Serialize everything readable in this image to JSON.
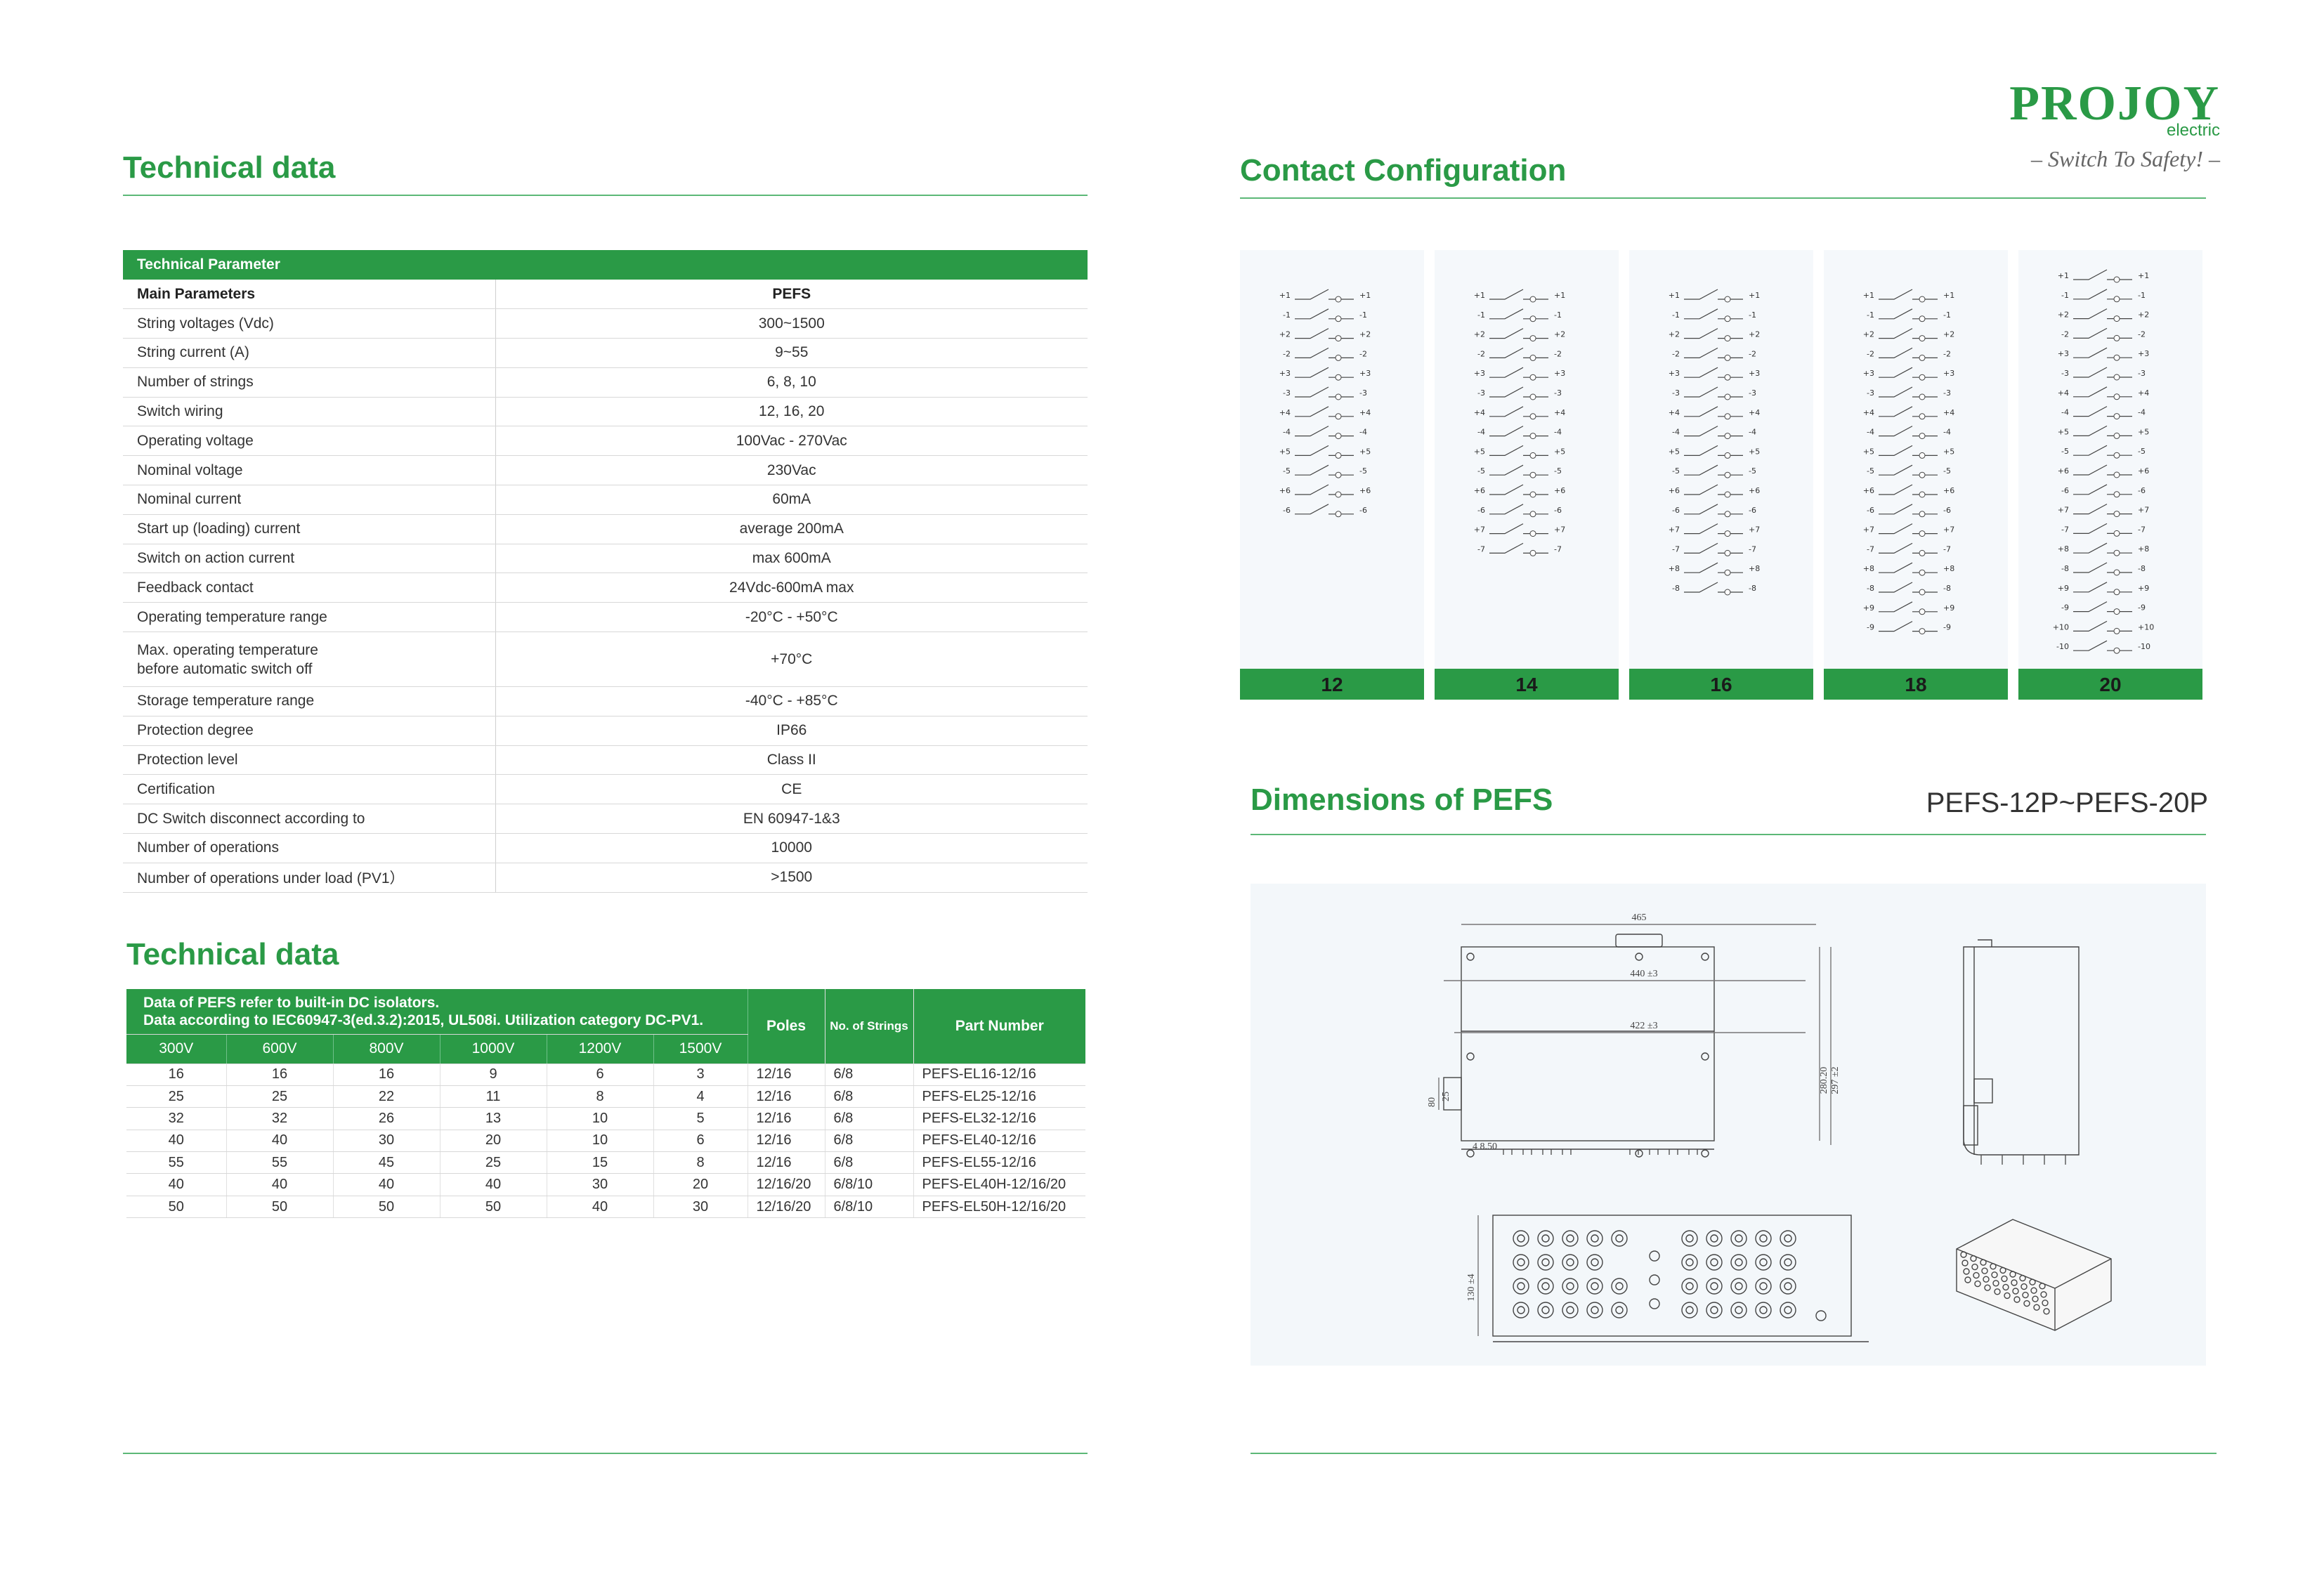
{
  "brand": {
    "name": "PROJOY",
    "sub": "electric",
    "slogan": "– Switch To Safety! –"
  },
  "left_title_1": "Technical data",
  "left_title_2": "Technical data",
  "right_title_1": "Contact Configuration",
  "right_title_2": "Dimensions of PEFS",
  "dimensions_model": "PEFS-12P~PEFS-20P",
  "tech_params": {
    "header": "Technical Parameter",
    "col_param": "Main Parameters",
    "col_value": "PEFS",
    "rows": [
      {
        "p": "String voltages (Vdc)",
        "v": "300~1500"
      },
      {
        "p": "String current (A)",
        "v": "9~55"
      },
      {
        "p": "Number of strings",
        "v": "6,  8, 10"
      },
      {
        "p": "Switch wiring",
        "v": "12, 16, 20"
      },
      {
        "p": "Operating voltage",
        "v": "100Vac - 270Vac"
      },
      {
        "p": "Nominal voltage",
        "v": "230Vac"
      },
      {
        "p": "Nominal current",
        "v": "60mA"
      },
      {
        "p": "Start up (loading) current",
        "v": "average 200mA"
      },
      {
        "p": "Switch on action current",
        "v": "max 600mA"
      },
      {
        "p": "Feedback contact",
        "v": "24Vdc-600mA max"
      },
      {
        "p": "Operating temperature range",
        "v": "-20°C - +50°C"
      },
      {
        "p": "Max. operating temperature",
        "p2": "before automatic switch off",
        "v": "+70°C"
      },
      {
        "p": "Storage temperature range",
        "v": "-40°C - +85°C"
      },
      {
        "p": "Protection degree",
        "v": "IP66"
      },
      {
        "p": "Protection level",
        "v": "Class II"
      },
      {
        "p": "Certification",
        "v": "CE"
      },
      {
        "p": "DC Switch disconnect according to",
        "v": "EN 60947-1&3"
      },
      {
        "p": "Number of operations",
        "v": "10000"
      },
      {
        "p": "Number of operations under load (PV1）",
        "v": ">1500"
      }
    ]
  },
  "electrical": {
    "note_line1": "Data of PEFS refer to built-in DC isolators.",
    "note_line2": "Data according to IEC60947-3(ed.3.2):2015, UL508i. Utilization category DC-PV1.",
    "col_poles": "Poles",
    "col_strings": "No. of Strings",
    "col_part": "Part Number",
    "voltages": [
      "300V",
      "600V",
      "800V",
      "1000V",
      "1200V",
      "1500V"
    ],
    "rows": [
      {
        "a": [
          "16",
          "16",
          "16",
          "9",
          "6",
          "3"
        ],
        "poles": "12/16",
        "strings": "6/8",
        "part": "PEFS-EL16-12/16"
      },
      {
        "a": [
          "25",
          "25",
          "22",
          "11",
          "8",
          "4"
        ],
        "poles": "12/16",
        "strings": "6/8",
        "part": "PEFS-EL25-12/16"
      },
      {
        "a": [
          "32",
          "32",
          "26",
          "13",
          "10",
          "5"
        ],
        "poles": "12/16",
        "strings": "6/8",
        "part": "PEFS-EL32-12/16"
      },
      {
        "a": [
          "40",
          "40",
          "30",
          "20",
          "10",
          "6"
        ],
        "poles": "12/16",
        "strings": "6/8",
        "part": "PEFS-EL40-12/16"
      },
      {
        "a": [
          "55",
          "55",
          "45",
          "25",
          "15",
          "8"
        ],
        "poles": "12/16",
        "strings": "6/8",
        "part": "PEFS-EL55-12/16"
      },
      {
        "a": [
          "40",
          "40",
          "40",
          "40",
          "30",
          "20"
        ],
        "poles": "12/16/20",
        "strings": "6/8/10",
        "part": "PEFS-EL40H-12/16/20"
      },
      {
        "a": [
          "50",
          "50",
          "50",
          "50",
          "40",
          "30"
        ],
        "poles": "12/16/20",
        "strings": "6/8/10",
        "part": "PEFS-EL50H-12/16/20"
      }
    ]
  },
  "contact_config": [
    {
      "label": "12",
      "pairs": 6
    },
    {
      "label": "14",
      "pairs": 7
    },
    {
      "label": "16",
      "pairs": 8
    },
    {
      "label": "18",
      "pairs": 9
    },
    {
      "label": "20",
      "pairs": 10
    }
  ],
  "drawing": {
    "dim_465": "465",
    "dim_440": "440 ±3",
    "dim_422": "422 ±3",
    "dim_280": "280.20",
    "dim_297": "297 ±2",
    "dim_80": "80",
    "dim_25": "25",
    "dim_hole": "4 8.50",
    "dim_130": "130 ±4"
  }
}
